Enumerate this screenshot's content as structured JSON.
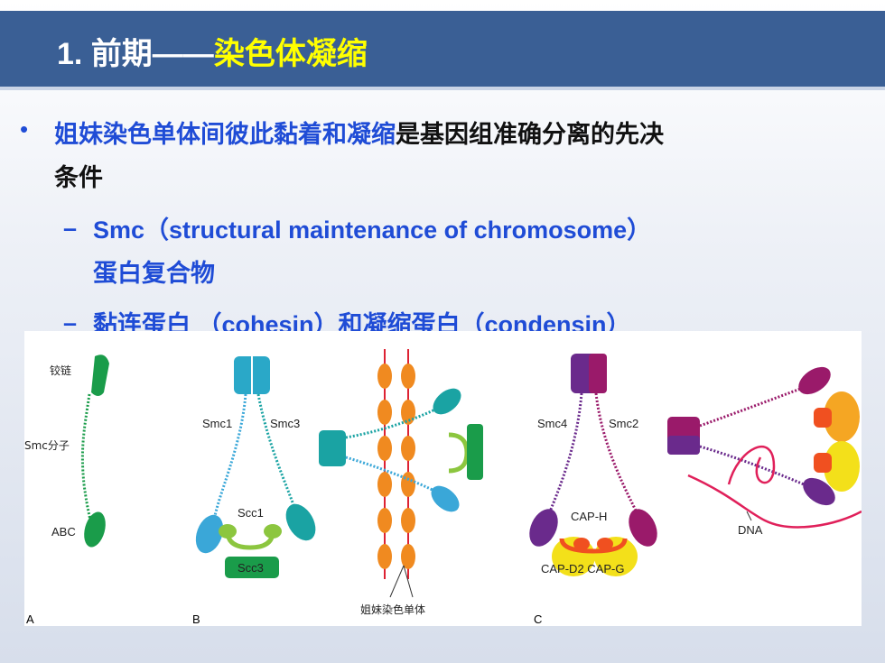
{
  "title": {
    "prefix": "1. 前期——",
    "highlight": "染色体凝缩"
  },
  "bullet": {
    "line1_blue": "姐妹染色单体间彼此黏着和凝缩",
    "line1_black": "是基因组准确分离的先决",
    "line2": "条件"
  },
  "sub1": {
    "dash": "–",
    "line1": "Smc（structural maintenance of chromosome）",
    "line2": "蛋白复合物"
  },
  "sub2": {
    "dash": "–",
    "text": "黏连蛋白 （cohesin）和凝缩蛋白（condensin）"
  },
  "figure": {
    "labels": {
      "hinge": "铰链",
      "smc_mol": "Smc分子",
      "abc": "ABC",
      "smc1": "Smc1",
      "smc3": "Smc3",
      "scc1": "Scc1",
      "scc3": "Scc3",
      "sister": "姐妹染色单体",
      "smc4": "Smc4",
      "smc2": "Smc2",
      "caph": "CAP-H",
      "capd2_capg": "CAP-D2 CAP-G",
      "dna": "DNA"
    },
    "panels": [
      "A",
      "B",
      "C"
    ],
    "colors": {
      "green": "#1a9c4a",
      "light_blue": "#3aa7d8",
      "teal": "#1aa3a3",
      "purple": "#6a2a8c",
      "magenta": "#9a1a6a",
      "orange": "#f08a20",
      "yellow": "#f3e01a",
      "lime": "#8cc63f",
      "red_dna": "#e0205a"
    }
  }
}
